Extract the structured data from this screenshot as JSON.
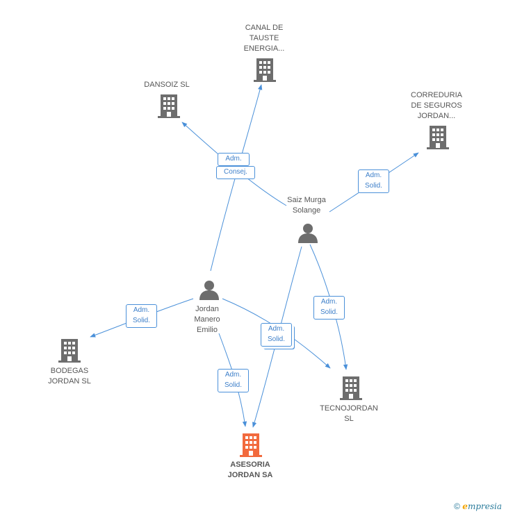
{
  "colors": {
    "edge": "#4a90d9",
    "node_icon": "#6d6d6d",
    "main_icon": "#f26a3d",
    "label_text": "#555555"
  },
  "nodes": {
    "canal": {
      "label": "CANAL DE\nTAUSTE\nENERGIA...",
      "type": "company"
    },
    "dansoiz": {
      "label": "DANSOIZ  SL",
      "type": "company"
    },
    "correduria": {
      "label": "CORREDURIA\nDE SEGUROS\nJORDAN...",
      "type": "company"
    },
    "saiz": {
      "label": "Saiz Murga\nSolange",
      "type": "person"
    },
    "jordan": {
      "label": "Jordan\nManero\nEmilio",
      "type": "person"
    },
    "bodegas": {
      "label": "BODEGAS\nJORDAN SL",
      "type": "company"
    },
    "tecnojordan": {
      "label": "TECNOJORDAN\nSL",
      "type": "company"
    },
    "asesoria": {
      "label": "ASESORIA\nJORDAN SA",
      "type": "company-main"
    }
  },
  "relations": {
    "adm_dansoiz": "Adm.",
    "consej_canal": "Consej.",
    "adm_solid_correduria": "Adm.\nSolid.",
    "adm_solid_bodegas": "Adm.\nSolid.",
    "adm_solid_center": "Adm.\nSolid.",
    "adm_solid_tecno": "Adm.\nSolid.",
    "adm_solid_asesoria": "Adm.\nSolid."
  },
  "footer": {
    "copyright": "©",
    "brand_initial": "e",
    "brand_rest": "mpresia"
  }
}
